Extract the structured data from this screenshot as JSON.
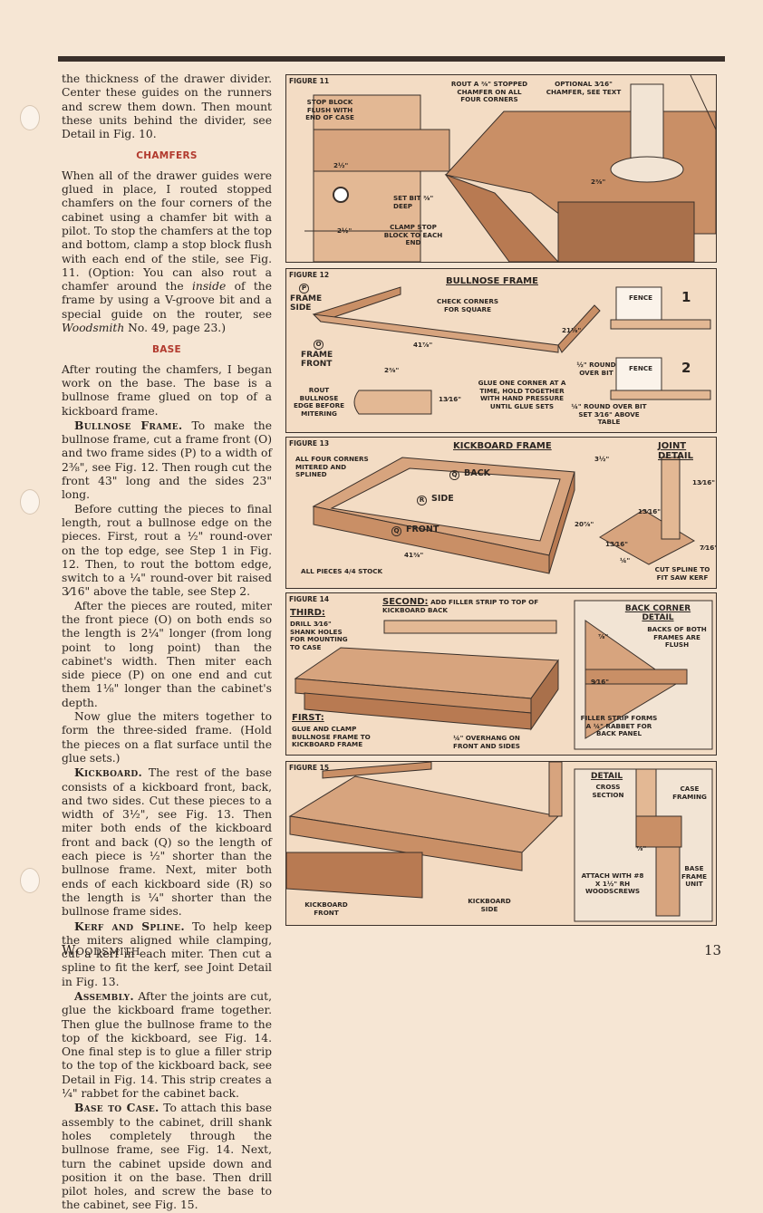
{
  "text_col": {
    "p1": "the thickness of the drawer divider. Center these guides on the runners and screw them down. Then mount these units behind the divider, see Detail in Fig. 10.",
    "h_chamfers": "CHAMFERS",
    "p2a": "When all of the drawer guides were glued in place, I routed stopped chamfers on the four corners of the cabinet using a chamfer bit with a pilot. To stop the chamfers at the top and bottom, clamp a stop block flush with each end of the stile, see Fig. 11. (Option: You can also rout a chamfer around the ",
    "p2_inside": "inside",
    "p2b": " of the frame by using a V-groove bit and a special guide on the router, see ",
    "p2_ws": "Woodsmith",
    "p2c": " No. 49, page 23.)",
    "h_base": "BASE",
    "p3": "After routing the chamfers, I began work on the base. The base is a bullnose frame glued on top of a kickboard frame.",
    "rh_bullnose": "Bullnose Frame.",
    "p4": " To make the bullnose frame, cut a frame front (O) and two frame sides (P) to a width of 2⅜\", see Fig. 12. Then rough cut the front 43\" long and the sides 23\" long.",
    "p5": "Before cutting the pieces to final length, rout a bullnose edge on the pieces. First, rout a ½\" round-over on the top edge, see Step 1 in Fig. 12. Then, to rout the bottom edge, switch to a ¼\" round-over bit raised 3⁄16\" above the table, see Step 2.",
    "p6": "After the pieces are routed, miter the front piece (O) on both ends so the length is 2¼\" longer (from long point to long point) than the cabinet's width. Then miter each side piece (P) on one end and cut them 1⅛\" longer than the cabinet's depth.",
    "p7": "Now glue the miters together to form the three-sided frame. (Hold the pieces on a flat surface until the glue sets.)",
    "rh_kick": "Kickboard.",
    "p8": " The rest of the base consists of a kickboard front, back, and two sides. Cut these pieces to a width of 3½\", see Fig. 13. Then miter both ends of the kickboard front and back (Q) so the length of each piece is ½\" shorter than the bullnose frame. Next, miter both ends of each kickboard side (R) so the length is ¼\" shorter than the bullnose frame sides.",
    "rh_kerf": "Kerf and Spline.",
    "p9": " To help keep the miters aligned while clamping, cut a kerf in each miter. Then cut a spline to fit the kerf, see Joint Detail in Fig. 13.",
    "rh_assembly": "Assembly.",
    "p10": " After the joints are cut, glue the kickboard frame together. Then glue the bullnose frame to the top of the kickboard, see Fig. 14. One final step is to glue a filler strip to the top of the kickboard back, see Detail in Fig. 14. This strip creates a ¼\" rabbet for the cabinet back.",
    "rh_base": "Base to Case.",
    "p11": " To attach this base assembly to the cabinet, drill shank holes completely through the bullnose frame, see Fig. 14. Next, turn the cabinet upside down and position it on the base. Then drill pilot holes, and screw the base to the cabinet, see Fig. 15."
  },
  "fig11": {
    "num": "FIGURE 11",
    "stop_block": "STOP BLOCK FLUSH WITH END OF CASE",
    "dim_a": "2½\"",
    "dim_b": "2½\"",
    "set_bit": "SET BIT ⅜\" DEEP",
    "clamp": "CLAMP STOP BLOCK TO EACH END",
    "rout": "ROUT A ⅜\" STOPPED CHAMFER ON ALL FOUR CORNERS",
    "optional": "OPTIONAL 3⁄16\" CHAMFER, SEE TEXT",
    "dim_c": "2⅜\""
  },
  "fig12": {
    "num": "FIGURE 12",
    "title": "BULLNOSE FRAME",
    "p_label": "P",
    "frame_side": "FRAME SIDE",
    "o_label": "O",
    "frame_front": "FRAME FRONT",
    "check": "CHECK CORNERS FOR SQUARE",
    "dim_long": "41⅞\"",
    "dim_side": "21⅛\"",
    "dim_w": "2⅜\"",
    "dim_t": "13⁄16\"",
    "rout_bull": "ROUT BULLNOSE EDGE BEFORE MITERING",
    "glue": "GLUE ONE CORNER AT A TIME, HOLD TOGETHER WITH HAND PRESSURE UNTIL GLUE SETS",
    "fence": "FENCE",
    "fence2": "FENCE",
    "step1": "1",
    "step2": "2",
    "half_round": "½\" ROUND OVER BIT",
    "qtr_round": "¼\" ROUND OVER BIT SET 3⁄16\" ABOVE TABLE"
  },
  "fig13": {
    "num": "FIGURE 13",
    "title": "KICKBOARD FRAME",
    "joint": "JOINT DETAIL",
    "corners": "ALL FOUR CORNERS MITERED AND SPLINED",
    "q1": "Q",
    "back": "BACK",
    "r": "R",
    "side": "SIDE",
    "q2": "Q",
    "front": "FRONT",
    "dim_long": "41⅜\"",
    "dim_side": "20⅞\"",
    "dim_h": "3½\"",
    "stock": "ALL PIECES 4/4 STOCK",
    "j1": "13⁄16\"",
    "j2": "13⁄16\"",
    "j3": "13⁄16\"",
    "j4": "¼\"",
    "j5": "7⁄16\"",
    "cut": "CUT SPLINE TO FIT SAW KERF"
  },
  "fig14": {
    "num": "FIGURE 14",
    "second_b": "SECOND:",
    "second": "ADD FILLER STRIP TO TOP OF KICKBOARD BACK",
    "third_b": "THIRD:",
    "third": "DRILL 3⁄16\" SHANK HOLES FOR MOUNTING TO CASE",
    "first_b": "FIRST:",
    "first": "GLUE AND CLAMP BULLNOSE FRAME TO KICKBOARD FRAME",
    "overhang": "¼\" OVERHANG ON FRONT AND SIDES",
    "back_corner": "BACK CORNER DETAIL",
    "backs": "BACKS OF BOTH FRAMES ARE FLUSH",
    "d1": "⅞\"",
    "d2": "9⁄16\"",
    "filler": "FILLER STRIP FORMS A ¼\" RABBET FOR BACK PANEL"
  },
  "fig15": {
    "num": "FIGURE 15",
    "kick_front": "KICKBOARD FRONT",
    "kick_side": "KICKBOARD SIDE",
    "detail": "DETAIL",
    "cross": "CROSS SECTION",
    "case_framing": "CASE FRAMING",
    "d": "⅞\"",
    "attach": "ATTACH WITH #8 x 1½\" Rh WOODSCREWS",
    "base_unit": "BASE FRAME UNIT"
  },
  "footer": {
    "brand": "Woodsmith",
    "page": "13"
  }
}
